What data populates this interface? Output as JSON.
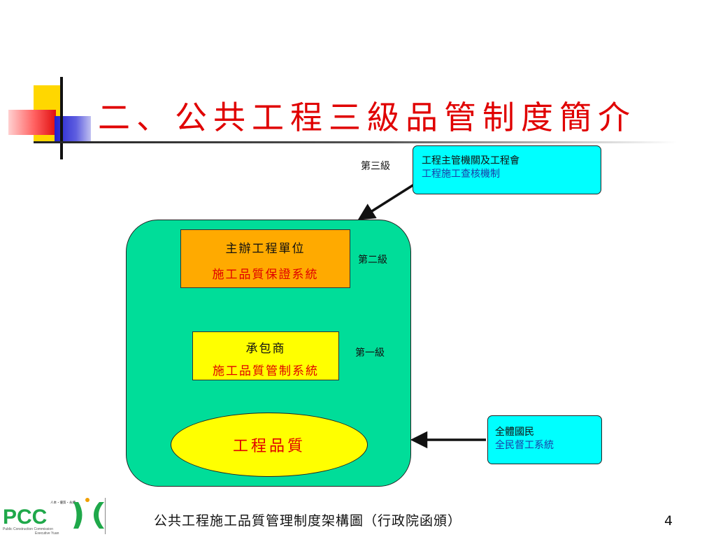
{
  "slide": {
    "title": "二、公共工程三級品管制度簡介",
    "page_number": "4",
    "caption": "公共工程施工品質管理制度架構圖（行政院函頒）"
  },
  "levels": {
    "level3": "第三級",
    "level2": "第二級",
    "level1": "第一級"
  },
  "boxes": {
    "authority": {
      "line1": "工程主管機關及工程會",
      "line2": "工程施工查核機制"
    },
    "owner": {
      "line1": "主辦工程單位",
      "line2": "施工品質保證系統"
    },
    "contractor": {
      "line1": "承包商",
      "line2": "施工品質管制系統"
    },
    "quality": "工程品質",
    "public": {
      "line1": "全體國民",
      "line2": "全民督工系統"
    }
  },
  "logo": {
    "text": "PCC",
    "small_text": "人本・優質・永續",
    "sub_line1": "Public Construction Commission",
    "sub_line2": "Executive Yuan"
  },
  "colors": {
    "title_red": "#e00000",
    "cyan_box": "#00ffff",
    "green_container": "#00dd99",
    "owner_orange": "#ffaa00",
    "contractor_yellow": "#ffff00",
    "text_blue": "#1a3fa8",
    "logo_green": "#1fa84a"
  }
}
